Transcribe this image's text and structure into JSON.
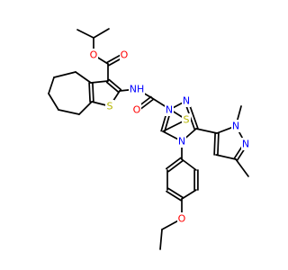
{
  "colors": {
    "bond": "#000000",
    "O": "#ff0000",
    "N": "#0000ff",
    "S": "#b5b500",
    "background": "#ffffff"
  },
  "atoms": [
    {
      "id": "o_ester",
      "label": "O",
      "element": "O"
    },
    {
      "id": "o_ester_carbonyl",
      "label": "O",
      "element": "O"
    },
    {
      "id": "nh_amide",
      "label": "NH",
      "element": "N"
    },
    {
      "id": "s_thiophene",
      "label": "S",
      "element": "S"
    },
    {
      "id": "o_amide_carbonyl",
      "label": "O",
      "element": "O"
    },
    {
      "id": "s_thioether",
      "label": "S",
      "element": "S"
    },
    {
      "id": "n_triazole_1",
      "label": "N",
      "element": "N"
    },
    {
      "id": "n_triazole_2",
      "label": "N",
      "element": "N"
    },
    {
      "id": "n_triazole_4",
      "label": "N",
      "element": "N"
    },
    {
      "id": "n_pyrazole_1",
      "label": "N",
      "element": "N"
    },
    {
      "id": "n_pyrazole_2",
      "label": "N",
      "element": "N"
    },
    {
      "id": "o_ethoxy",
      "label": "O",
      "element": "O"
    }
  ]
}
